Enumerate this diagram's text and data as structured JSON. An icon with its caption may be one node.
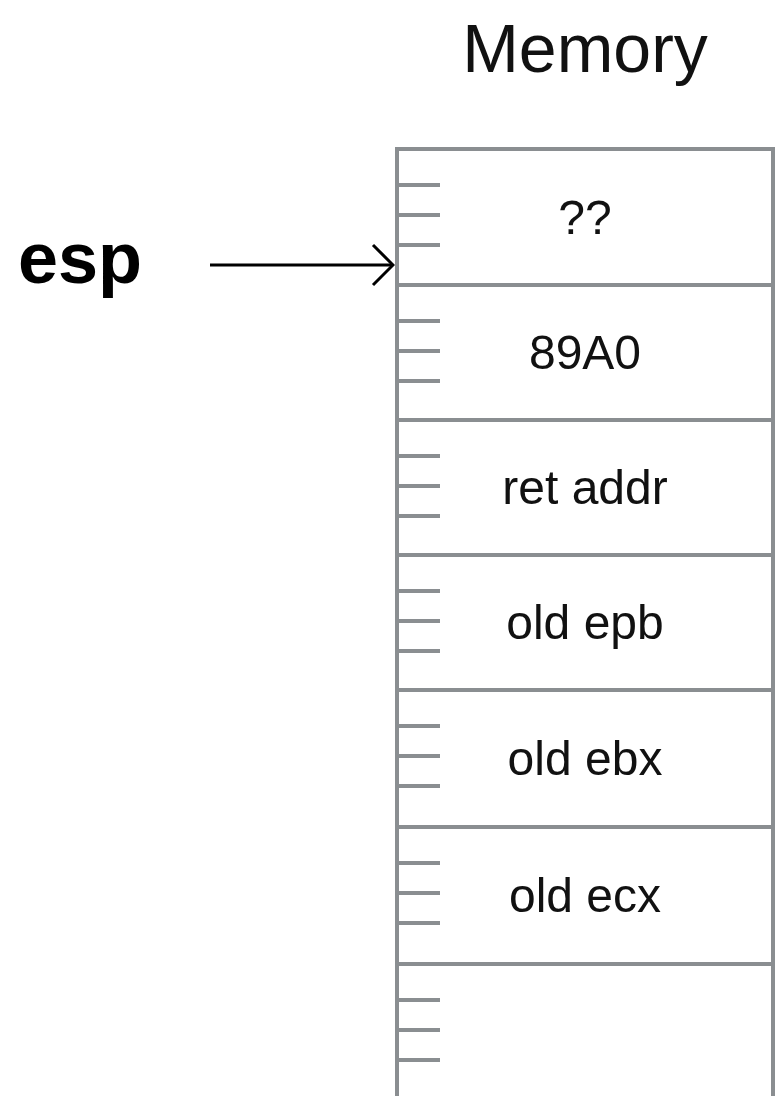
{
  "diagram": {
    "title": "Memory",
    "nodes": [
      {
        "text": [
          "esp"
        ]
      },
      {
        "text": [
          "??"
        ]
      },
      {
        "text": [
          "89A0"
        ]
      },
      {
        "text": [
          "ret addr"
        ]
      },
      {
        "text": [
          "old epb"
        ]
      },
      {
        "text": [
          "old ebx"
        ]
      },
      {
        "text": [
          "old ecx"
        ]
      },
      {
        "text": [],
        "shape": "box"
      }
    ],
    "edges": [
      {
        "from": 0,
        "to": 1,
        "arrow": "to"
      }
    ]
  }
}
